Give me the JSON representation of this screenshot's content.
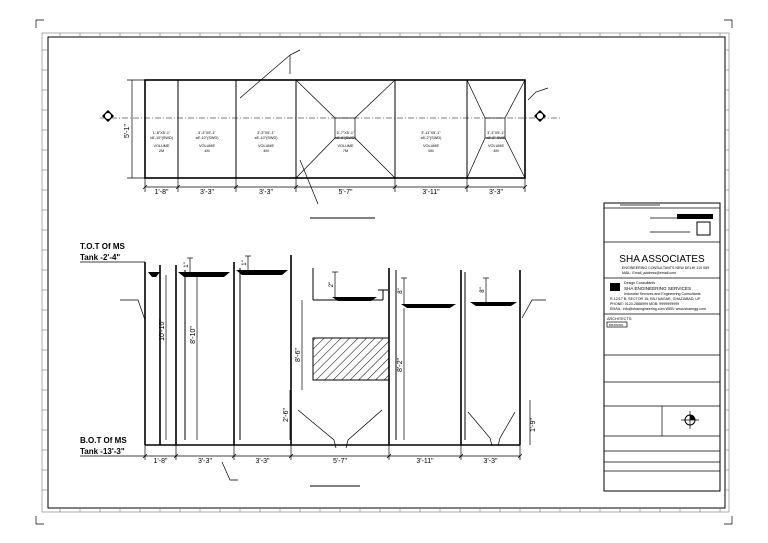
{
  "plan": {
    "dims": [
      "1'-8\"",
      "3'-3\"",
      "3'-3\"",
      "5'-7\"",
      "3'-11\"",
      "3'-3\""
    ],
    "height_dim": "5'-1\"",
    "compartments": [
      {
        "size": "1'-8\"X5'-1\"",
        "sub": "x8'-10\"(SWD)",
        "vol1": "VOLUME",
        "vol2": "2M"
      },
      {
        "size": "3'-3\"X5'-1\"",
        "sub": "x8'-10\"(SWD)",
        "vol1": "VOLUME",
        "vol2": "4M"
      },
      {
        "size": "3'-3\"X5'-1\"",
        "sub": "x8'-10\"(SWD)",
        "vol1": "VOLUME",
        "vol2": "4M"
      },
      {
        "size": "5'-7\"X5'-1\"",
        "sub": "x8'-6\"(SWD)",
        "vol1": "VOLUME",
        "vol2": "7M"
      },
      {
        "size": "3'-11\"X5'-1\"",
        "sub": "x8'-2\"(SWD)",
        "vol1": "VOLUME",
        "vol2": "5M"
      },
      {
        "size": "3'-3\"X5'-1\"",
        "sub": "x8'-2\" SWD",
        "vol1": "VOLUME",
        "vol2": "4M"
      }
    ]
  },
  "section": {
    "tot_line1": "T.O.T Of MS",
    "tot_line2": "Tank -2'-4\"",
    "bot_line1": "B.O.T Of MS",
    "bot_line2": "Tank -13'-3\"",
    "dims": [
      "1'-8\"",
      "3'-3\"",
      "3'-3\"",
      "5'-7\"",
      "3'-11\"",
      "3'-3\""
    ],
    "v_dims": [
      "10'-10\"",
      "8'-10\"",
      "8'-6\"",
      "8'-2\"",
      "2'-6\"",
      "1'-9\""
    ],
    "top_dims": [
      "1\"",
      "1\"",
      "2\"",
      "8\"",
      "8\""
    ]
  },
  "title_block": {
    "company": "SHA ASSOCIATES",
    "address_line1": "ENGINEERING CONSULTANTS NEW DELHI 110 089",
    "address_line2": "MAIL: Email_address@email.com",
    "consultant_line1": "Design Consultants",
    "consultant_line2": "SHA ENGINEERING SERVICES",
    "consultant_line3": "Industrial Services and Engineering Consultants",
    "consultant_line4": "R-12/17 B, SECTOR 15, RAJ NAGAR, GHAZIABAD, UP",
    "phone": "PHONE: 0120-2888999 MOB: 9999999999",
    "email": "EMAIL: info@shaengineering.com WEB: www.shaengg.com",
    "architects_label": "ARCHITECTS:",
    "drawing_box": "DRAWING"
  },
  "colors": {
    "line": "#000000",
    "hatch": "#000000",
    "paper": "#ffffff"
  }
}
